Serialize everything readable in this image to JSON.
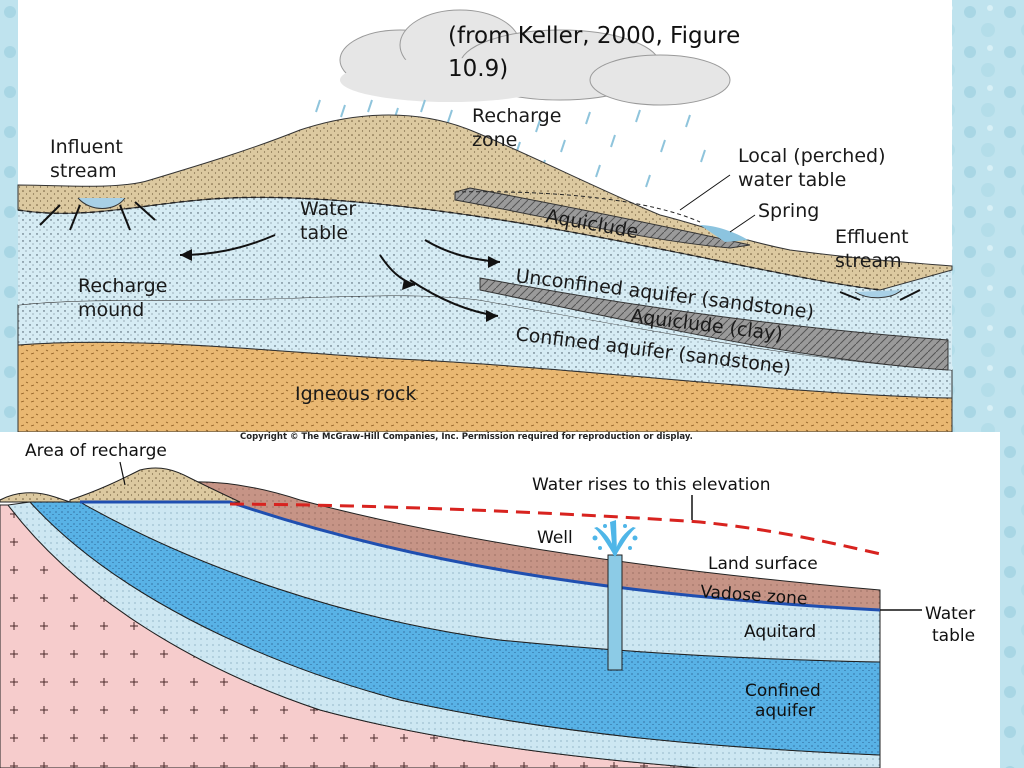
{
  "slide": {
    "caption_line1": "(from Keller, 2000, Figure",
    "caption_line2": "10.9)"
  },
  "top_figure": {
    "labels": {
      "influent_1": "Influent",
      "influent_2": "stream",
      "recharge_zone_1": "Recharge",
      "recharge_zone_2": "zone",
      "perched_1": "Local (perched)",
      "perched_2": "water table",
      "spring": "Spring",
      "effluent_1": "Effluent",
      "effluent_2": "stream",
      "water_table_1": "Water",
      "water_table_2": "table",
      "aquiclude_upper": "Aquiclude",
      "mound_1": "Recharge",
      "mound_2": "mound",
      "unconfined": "Unconfined aquifer (sandstone)",
      "aquiclude_clay": "Aquiclude (clay)",
      "confined": "Confined aquifer (sandstone)",
      "igneous": "Igneous rock"
    },
    "copyright": "Copyright © The McGraw-Hill Companies, Inc. Permission required for reproduction or display."
  },
  "bottom_figure": {
    "labels": {
      "area_recharge": "Area of recharge",
      "water_rises": "Water rises to this elevation",
      "well": "Well",
      "land_surface": "Land surface",
      "vadose": "Vadose zone",
      "water_table_1": "Water",
      "water_table_2": "table",
      "aquitard": "Aquitard",
      "confined_1": "Confined",
      "confined_2": "aquifer"
    }
  },
  "colors": {
    "background": "#bfe3ee",
    "sand_tan": "#dcc9a0",
    "aquifer_light": "#d6ecf4",
    "igneous_orange": "#e9b872",
    "aquiclude_gray": "#8e8e8e",
    "pink_bedrock": "#f6cccc",
    "confined_blue": "#58b2e6",
    "aquitard_light": "#cde7f2",
    "vadose_brown": "#c69486",
    "water_table_line": "#1f4fb0",
    "piezometric_red": "#d8231f"
  }
}
